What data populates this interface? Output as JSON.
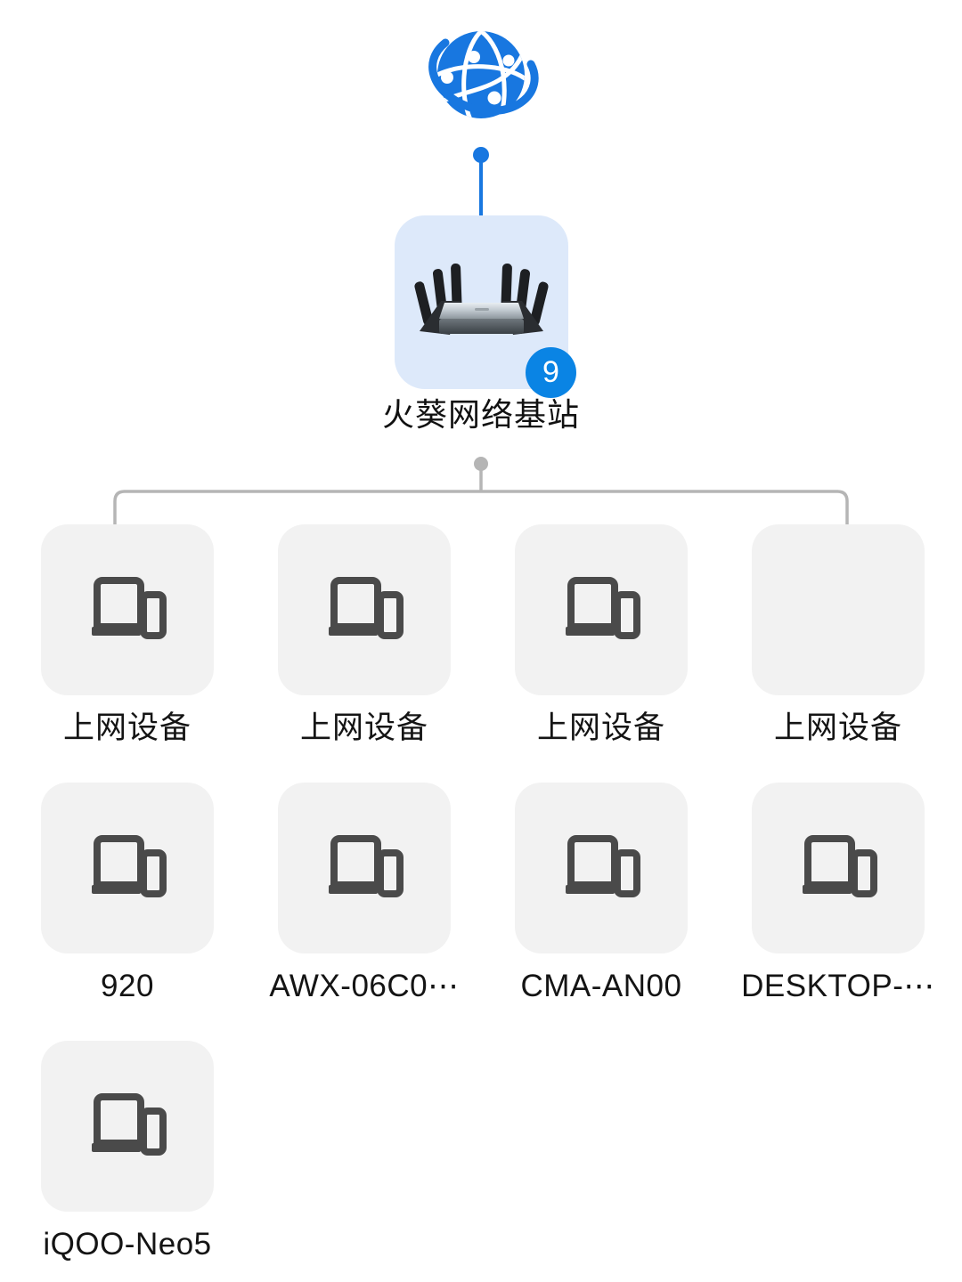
{
  "page": {
    "title": "网络拓扑",
    "background_color": "#ffffff"
  },
  "colors": {
    "accent_blue": "#1877e0",
    "badge_blue": "#0a84e4",
    "router_tile_bg": "#dde9fa",
    "device_tile_bg": "#f2f2f2",
    "device_icon": "#4a4a4a",
    "link_gray": "#b5b5b5",
    "label_text": "#141414"
  },
  "internet": {
    "icon": "globe-network-icon",
    "label": ""
  },
  "router": {
    "icon": "wifi-router-icon",
    "label": "火葵网络基站",
    "badge_count": "9",
    "badge_name": "connected-devices-badge"
  },
  "devices": {
    "rows": [
      [
        {
          "icon": "laptop-phone-icon",
          "label": "上网设备",
          "is_cjk": true,
          "has_icon": true
        },
        {
          "icon": "laptop-phone-icon",
          "label": "上网设备",
          "is_cjk": true,
          "has_icon": true
        },
        {
          "icon": "laptop-phone-icon",
          "label": "上网设备",
          "is_cjk": true,
          "has_icon": true
        },
        {
          "icon": "laptop-phone-icon",
          "label": "上网设备",
          "is_cjk": true,
          "has_icon": false
        }
      ],
      [
        {
          "icon": "laptop-phone-icon",
          "label": "920",
          "is_cjk": false,
          "has_icon": true
        },
        {
          "icon": "laptop-phone-icon",
          "label": "AWX-06C0⋯",
          "is_cjk": false,
          "has_icon": true
        },
        {
          "icon": "laptop-phone-icon",
          "label": "CMA-AN00",
          "is_cjk": false,
          "has_icon": true
        },
        {
          "icon": "laptop-phone-icon",
          "label": "DESKTOP-⋯",
          "is_cjk": false,
          "has_icon": true
        }
      ],
      [
        {
          "icon": "laptop-phone-icon",
          "label": "iQOO-Neo5",
          "is_cjk": false,
          "has_icon": true
        }
      ]
    ]
  }
}
